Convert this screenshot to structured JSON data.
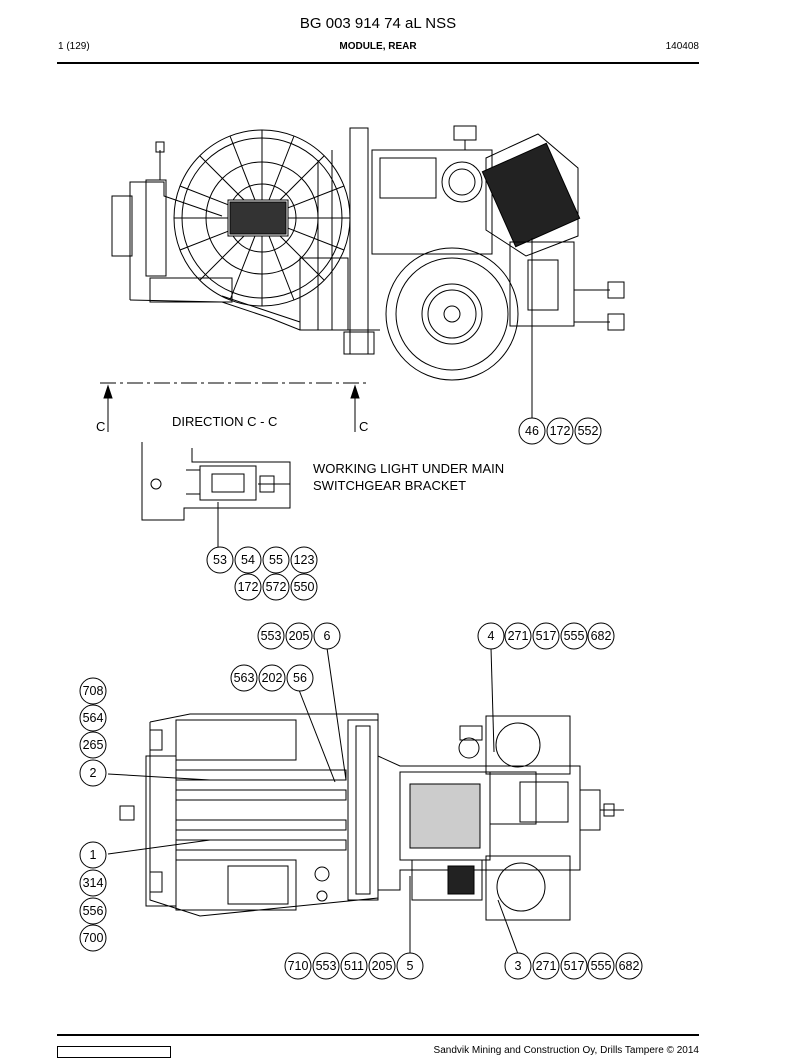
{
  "header": {
    "title": "BG 003 914 74 aL NSS",
    "page": "1 (129)",
    "section": "MODULE, REAR",
    "date": "140408"
  },
  "footer": {
    "copyright": "Sandvik Mining and Construction Oy, Drills Tampere © 2014"
  },
  "labels": {
    "direction": "DIRECTION C - C",
    "c_left": "C",
    "c_right": "C",
    "working_light_1": "WORKING LIGHT UNDER MAIN",
    "working_light_2": "SWITCHGEAR BRACKET"
  },
  "callouts": {
    "side_view": [
      "46",
      "172",
      "552"
    ],
    "working_light_row1": [
      "53",
      "54",
      "55",
      "123"
    ],
    "working_light_row2": [
      "172",
      "572",
      "550"
    ],
    "top_left_group": [
      "553",
      "205",
      "6"
    ],
    "top_mid_group": [
      "563",
      "202",
      "56"
    ],
    "top_right_group": [
      "4",
      "271",
      "517",
      "555",
      "682"
    ],
    "left_column": [
      "708",
      "564",
      "265",
      "2",
      "1",
      "314",
      "556",
      "700"
    ],
    "bottom_left_group": [
      "710",
      "553",
      "511",
      "205",
      "5"
    ],
    "bottom_right_group": [
      "3",
      "271",
      "517",
      "555",
      "682"
    ]
  }
}
